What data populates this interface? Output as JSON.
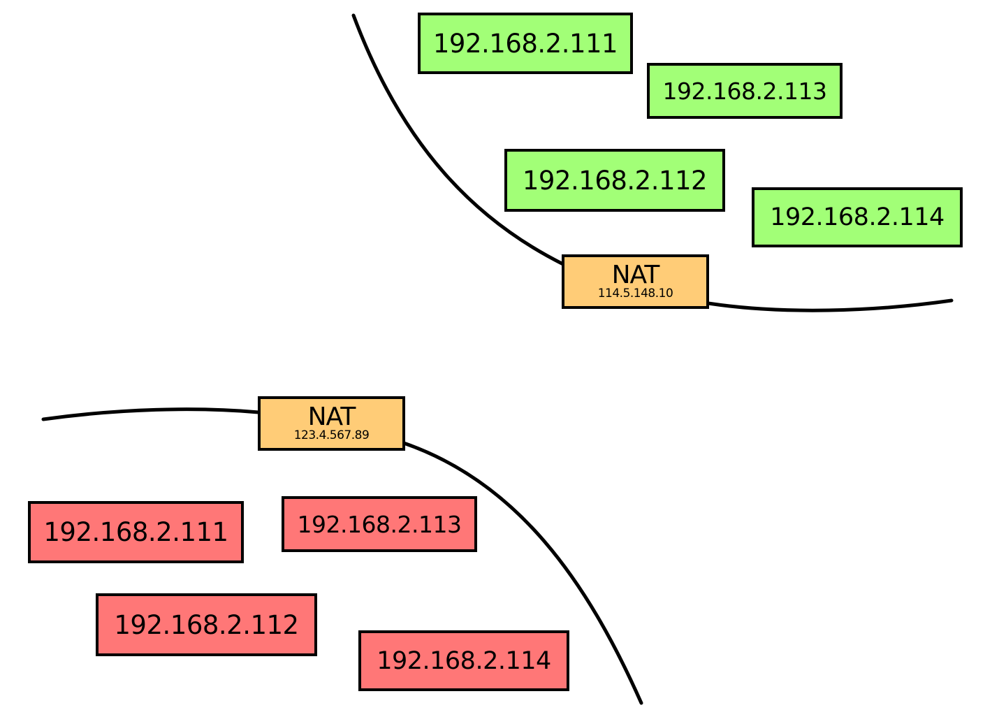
{
  "colors": {
    "private_host_top": "#a2ff77",
    "private_host_bottom": "#ff7777",
    "nat": "#ffcc77",
    "border": "#000000",
    "curve": "#000000"
  },
  "networks": [
    {
      "nat": {
        "label": "NAT",
        "public_ip": "114.5.148.10"
      },
      "hosts": [
        "192.168.2.111",
        "192.168.2.112",
        "192.168.2.113",
        "192.168.2.114"
      ]
    },
    {
      "nat": {
        "label": "NAT",
        "public_ip": "123.4.567.89"
      },
      "hosts": [
        "192.168.2.111",
        "192.168.2.112",
        "192.168.2.113",
        "192.168.2.114"
      ]
    }
  ]
}
